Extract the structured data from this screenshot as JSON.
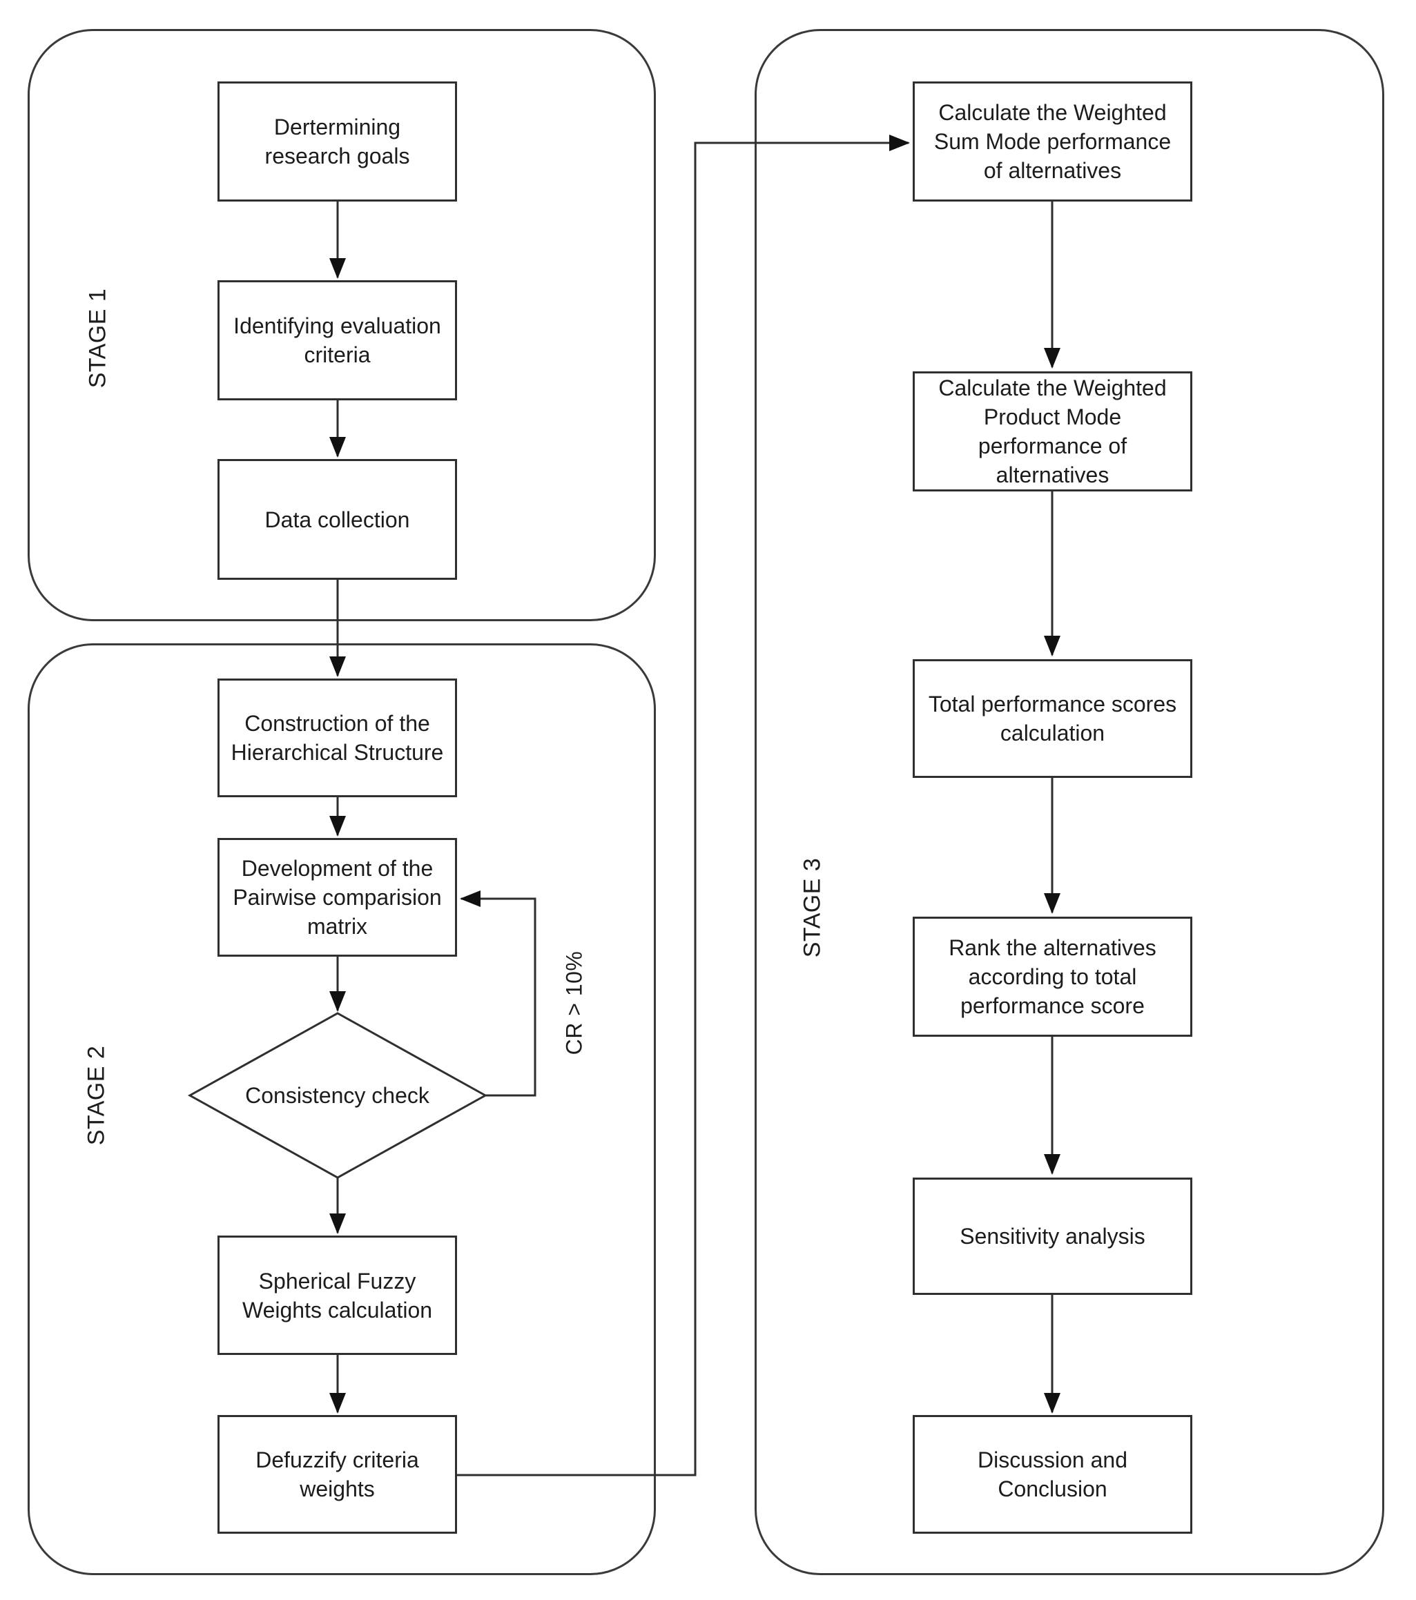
{
  "diagram": {
    "stage1": {
      "label": "STAGE 1",
      "node_determining": "Dertermining\nresearch goals",
      "node_identifying": "Identifying evaluation\ncriteria",
      "node_data_collection": "Data collection"
    },
    "stage2": {
      "label": "STAGE 2",
      "node_construction": "Construction of the\nHierarchical Structure",
      "node_development": "Development of the\nPairwise comparision\nmatrix",
      "node_consistency": "Consistency check",
      "node_spherical": "Spherical Fuzzy\nWeights calculation",
      "node_defuzzify": "Defuzzify criteria\nweights",
      "loop_label": "CR > 10%"
    },
    "stage3": {
      "label": "STAGE 3",
      "node_wsm": "Calculate the Weighted\nSum Mode performance\nof alternatives",
      "node_wpm": "Calculate the Weighted\nProduct Mode\nperformance of\nalternatives",
      "node_total": "Total performance scores\ncalculation",
      "node_rank": "Rank the alternatives\naccording to total\nperformance score",
      "node_sensitivity": "Sensitivity analysis",
      "node_discussion": "Discussion and\nConclusion"
    },
    "colors": {
      "line_stroke": "#2e2e2e",
      "box_border": "#2f2f2f",
      "group_border": "#3a3a3a",
      "text": "#1c1c1c",
      "background": "#ffffff"
    }
  }
}
